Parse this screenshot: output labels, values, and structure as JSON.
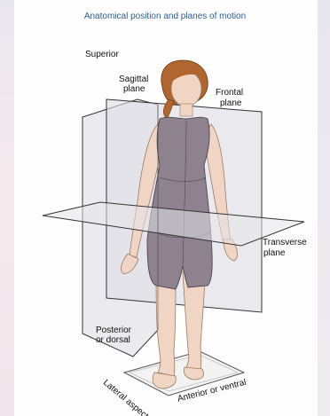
{
  "diagram": {
    "title": "Anatomical position and planes of motion",
    "labels": {
      "superior": "Superior",
      "sagittal_line1": "Sagittal",
      "sagittal_line2": "plane",
      "frontal_line1": "Frontal",
      "frontal_line2": "plane",
      "transverse_line1": "Transverse",
      "transverse_line2": "plane",
      "posterior_line1": "Posterior",
      "posterior_line2": "or dorsal",
      "lateral": "Lateral aspect",
      "anterior": "Anterior or ventral"
    }
  },
  "colors": {
    "plane_fill": "#e6e6ea",
    "plane_edge": "#333333",
    "garment": "#8e828f",
    "skin": "#f1d5c4",
    "hair": "#b0662e",
    "title": "#2f5d9a"
  }
}
